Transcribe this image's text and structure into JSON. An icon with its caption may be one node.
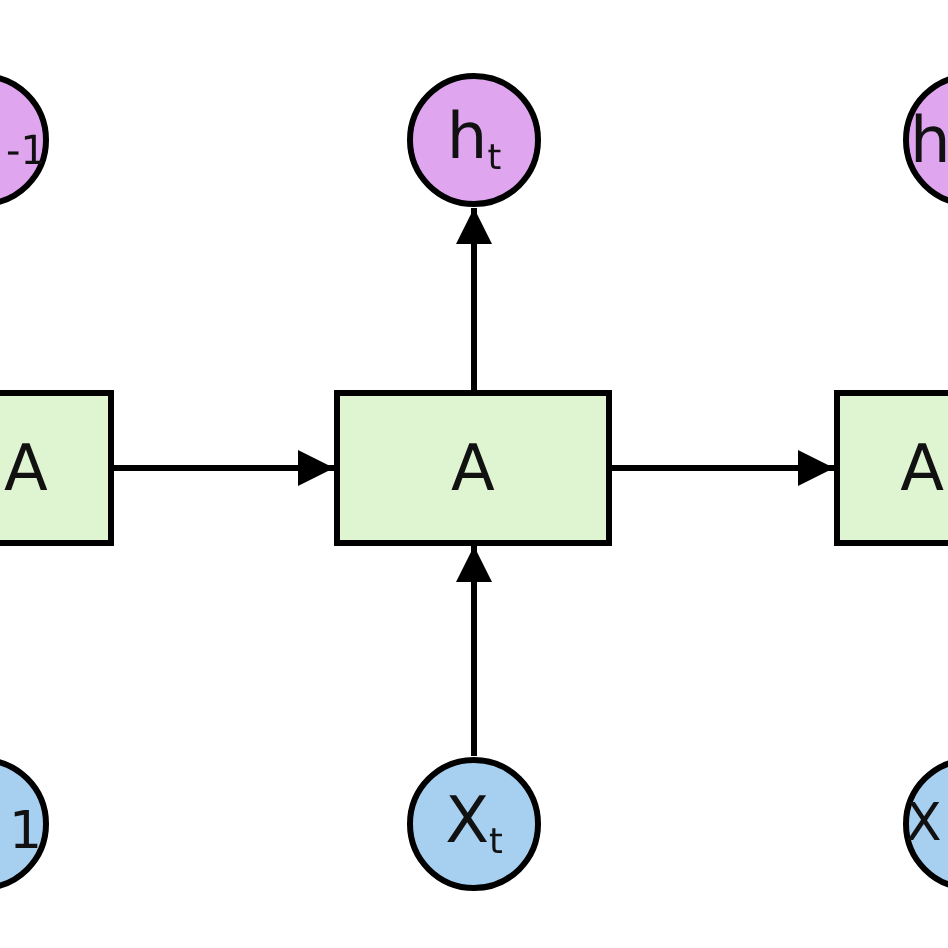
{
  "diagram": {
    "nodes": [
      {
        "text": [
          "-1"
        ]
      },
      {
        "text": [
          "h$_{t}$"
        ]
      },
      {
        "text": [
          "h"
        ]
      },
      {
        "text": [
          "A"
        ]
      },
      {
        "text": [
          "A"
        ]
      },
      {
        "text": [
          "A"
        ]
      },
      {
        "text": [
          "1"
        ]
      },
      {
        "text": [
          "X$_{t}$"
        ]
      },
      {
        "text": [
          "X"
        ]
      }
    ],
    "edges": [
      {
        "from": 3,
        "to": 4,
        "arrow": "to"
      },
      {
        "from": 4,
        "to": 5,
        "arrow": "to"
      },
      {
        "from": 7,
        "to": 4,
        "arrow": "to"
      },
      {
        "from": 4,
        "to": 1,
        "arrow": "to"
      }
    ]
  }
}
